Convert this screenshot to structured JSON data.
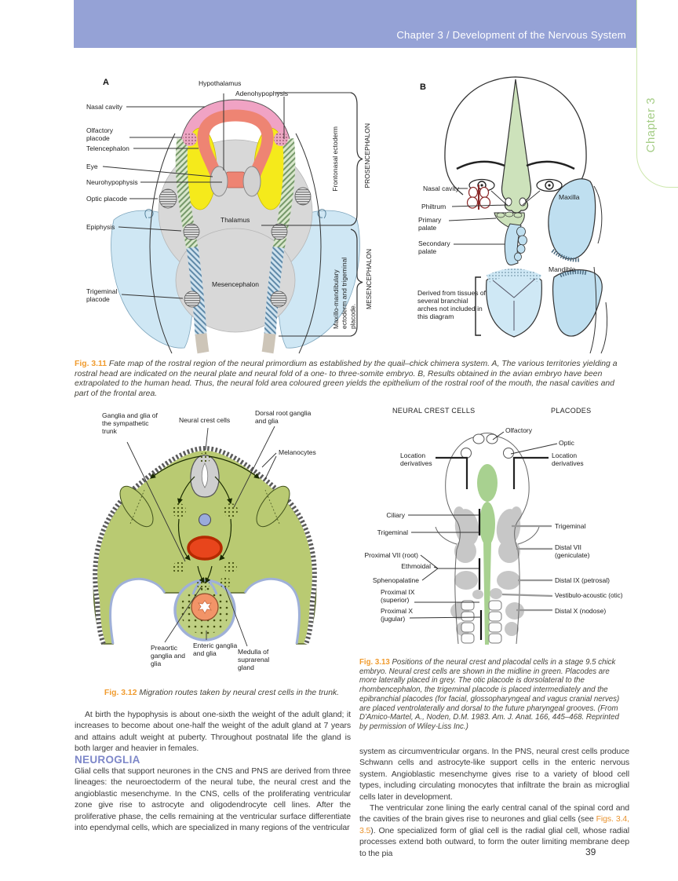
{
  "page": {
    "header_title": "Chapter 3 / Development of the Nervous System",
    "side_tab": "Chapter 3",
    "page_number": "39"
  },
  "colors": {
    "header_bar": "#95a2d6",
    "side_tab_text": "#a5cd86",
    "side_tab_line": "#cde7ad",
    "figure_label_orange": "#f09b2e",
    "section_heading": "#7d87c9",
    "link": "#e8922e"
  },
  "fig311": {
    "caption_label": "Fig. 3.11",
    "caption_text": "Fate map of the rostral region of the neural primordium as established by the quail–chick chimera system. A, The various territories yielding a rostral head are indicated on the neural plate and neural fold of a one- to three-somite embryo. B, Results obtained in the avian embryo have been extrapolated to the human head. Thus, the neural fold area coloured green yields the epithelium of the rostral roof of the mouth, the nasal cavities and part of the frontal area.",
    "a": {
      "panel": "A",
      "hypothalamus": "Hypothalamus",
      "adenohypophysis": "Adenohypophysis",
      "nasal_cavity": "Nasal cavity",
      "olfactory_placode": "Olfactory placode",
      "telencephalon": "Telencephalon",
      "eye": "Eye",
      "neurohypophysis": "Neurohypophysis",
      "optic_placode": "Optic placode",
      "epiphysis": "Epiphysis",
      "trigeminal_placode": "Trigeminal placode",
      "thalamus": "Thalamus",
      "mesencephalon": "Mesencephalon",
      "frontonasal_ectoderm": "Frontonasal ectoderm",
      "prosencephalon": "PROSENCEPHALON",
      "maxillo_note": "Maxillo-mandibulary ectoderm and trigeminal placode.",
      "mesencephalon_bracket": "MESENCEPHALON"
    },
    "b": {
      "panel": "B",
      "nasal_cavity": "Nasal cavity",
      "philtrum": "Philtrum",
      "primary_palate": "Primary palate",
      "secondary_palate": "Secondary palate",
      "maxilla": "Maxilla",
      "mandible": "Mandible",
      "derived_note": "Derived from tissues of several branchial arches not included in this diagram"
    }
  },
  "fig312": {
    "caption_label": "Fig. 3.12",
    "caption_text": "Migration routes taken by neural crest cells in the trunk.",
    "labels": {
      "ganglia_sympathetic": "Ganglia and glia of the sympathetic trunk",
      "neural_crest_cells": "Neural crest cells",
      "dorsal_root": "Dorsal root ganglia and glia",
      "melanocytes": "Melanocytes",
      "preaortic": "Preaortic ganglia and glia",
      "enteric": "Enteric ganglia and glia",
      "medulla": "Medulla of suprarenal gland"
    }
  },
  "fig313": {
    "caption_label": "Fig. 3.13",
    "caption_text": "Positions of the neural crest and placodal cells in a stage 9.5 chick embryo. Neural crest cells are shown in the midline in green. Placodes are more laterally placed in grey. The otic placode is dorsolateral to the rhombencephalon, the trigeminal placode is placed intermediately and the epibranchial placodes (for facial, glossopharyngeal and vagus cranial nerves) are placed ventrolaterally and dorsal to the future pharyngeal grooves. (From D'Amico-Martel, A., Noden, D.M. 1983. Am. J. Anat. 166, 445–468. Reprinted by permission of Wiley-Liss Inc.)",
    "header_left": "NEURAL CREST CELLS",
    "header_right": "PLACODES",
    "labels": {
      "olfactory": "Olfactory",
      "optic": "Optic",
      "location_derivatives_left": "Location derivatives",
      "location_derivatives_right": "Location derivatives",
      "ciliary": "Ciliary",
      "trigeminal_left": "Trigeminal",
      "proximal_vii": "Proximal VII (root)",
      "ethmoidal": "Ethmoidal",
      "sphenopalatine": "Sphenopalatine",
      "proximal_ix": "Proximal IX (superior)",
      "proximal_x": "Proximal X (jugular)",
      "trigeminal_right": "Trigeminal",
      "distal_vii": "Distal VII (geniculate)",
      "distal_ix": "Distal IX (petrosal)",
      "vestibulo_acoustic": "Vestibulo-acoustic (otic)",
      "distal_x": "Distal X (nodose)"
    }
  },
  "body": {
    "left": {
      "p1": "At birth the hypophysis is about one-sixth the weight of the adult gland; it increases to become about one-half the weight of the adult gland at 7 years and attains adult weight at puberty. Throughout postnatal life the gland is both larger and heavier in females.",
      "heading": "NEUROGLIA",
      "p2": "Glial cells that support neurones in the CNS and PNS are derived from three lineages: the neuroectoderm of the neural tube, the neural crest and the angioblastic mesenchyme. In the CNS, cells of the proliferating ventricular zone give rise to astrocyte and oligodendrocyte cell lines. After the proliferative phase, the cells remaining at the ventricular surface differentiate into ependymal cells, which are specialized in many regions of the ventricular"
    },
    "right": {
      "p1": "system as circumventricular organs. In the PNS, neural crest cells produce Schwann cells and astrocyte-like support cells in the enteric nervous system. Angioblastic mesenchyme gives rise to a variety of blood cell types, including circulating monocytes that infiltrate the brain as microglial cells later in development.",
      "p2_pre": "The ventricular zone lining the early central canal of the spinal cord and the cavities of the brain gives rise to neurones and glial cells (see ",
      "p2_link": "Figs. 3.4, 3.5",
      "p2_post": "). One specialized form of glial cell is the radial glial cell, whose radial processes extend both outward, to form the outer limiting membrane deep to the pia"
    }
  }
}
